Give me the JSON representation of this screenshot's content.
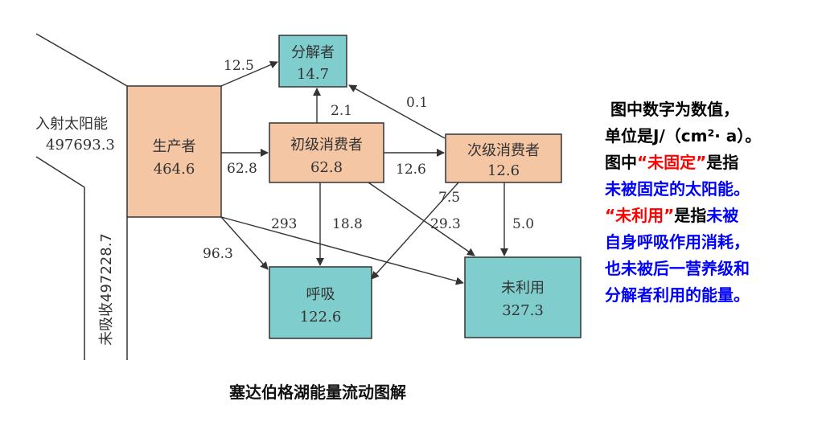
{
  "colors": {
    "producer_fill": "#f4c6a4",
    "consumer_fill": "#f4c6a4",
    "sink_fill": "#7fcdcd",
    "stroke": "#333333",
    "note_red": "#ff0000",
    "note_blue": "#0000ff"
  },
  "input": {
    "label": "入射太阳能",
    "value": "497693.3"
  },
  "unabsorbed": {
    "label": "未吸收497228.7"
  },
  "nodes": {
    "producer": {
      "name": "生产者",
      "value": "464.6"
    },
    "decomposer": {
      "name": "分解者",
      "value": "14.7"
    },
    "primary": {
      "name": "初级消费者",
      "value": "62.8"
    },
    "secondary": {
      "name": "次级消费者",
      "value": "12.6"
    },
    "respiration": {
      "name": "呼吸",
      "value": "122.6"
    },
    "unused": {
      "name": "未利用",
      "value": "327.3"
    }
  },
  "flows": {
    "producer_to_decomposer": "12.5",
    "primary_to_decomposer": "2.1",
    "secondary_to_decomposer": "0.1",
    "producer_to_primary": "62.8",
    "primary_to_secondary": "12.6",
    "secondary_to_respiration": "7.5",
    "producer_to_unused": "293",
    "primary_to_respiration": "18.8",
    "primary_to_unused": "29.3",
    "secondary_to_unused": "5.0",
    "producer_to_respiration": "96.3"
  },
  "note": {
    "l1": "图中数字为数值，",
    "l2": "单位是J/（cm²· a）。",
    "l3a": "图中",
    "l3b": "“未固定”",
    "l3c": "是指",
    "l4": "未被固定的太阳能。",
    "l5a": "“未利用”",
    "l5b": "是指",
    "l5c": "未被",
    "l6": "自身呼吸作用消耗，",
    "l7": "也未被后一营养级和",
    "l8": "分解者利用的能量。"
  },
  "caption": "塞达伯格湖能量流动图解"
}
